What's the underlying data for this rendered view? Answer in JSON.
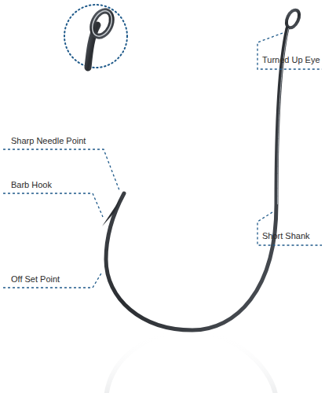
{
  "diagram": {
    "labels": [
      "Turned Up Eye",
      "Sharp Needle Point",
      "Barb Hook",
      "Short Shank",
      "Off Set Point"
    ]
  }
}
